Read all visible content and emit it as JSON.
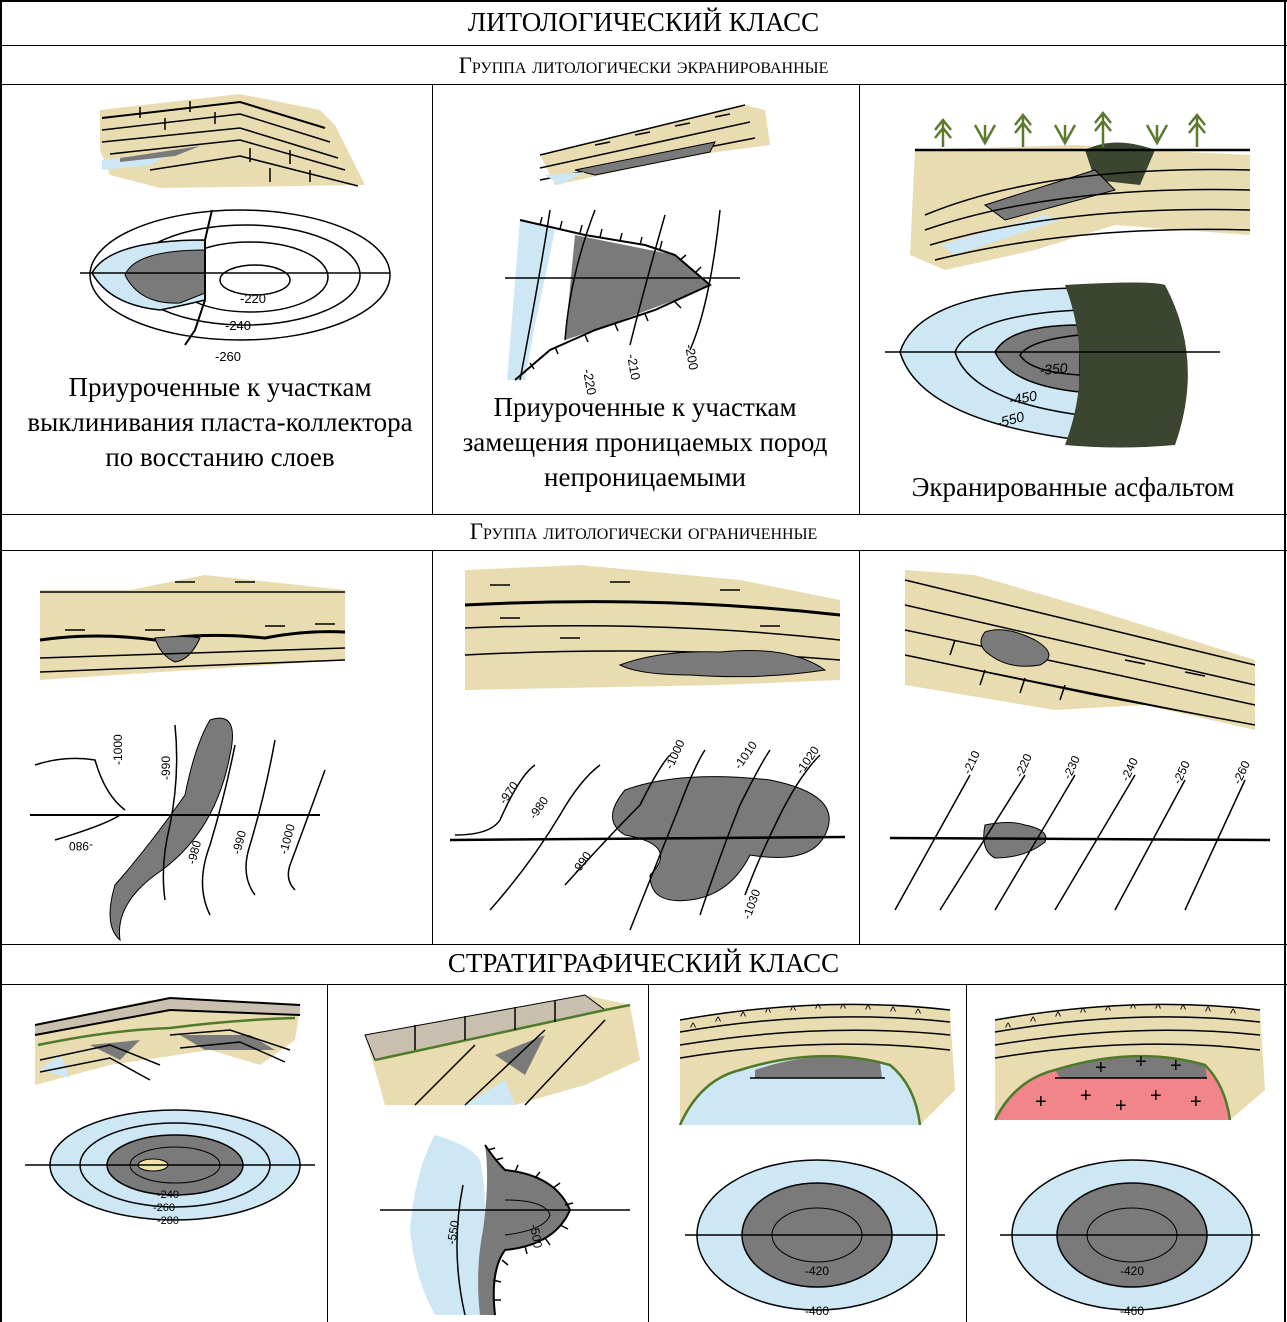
{
  "headers": {
    "lithological_class": "ЛИТОЛОГИЧЕСКИЙ КЛАСС",
    "stratigraphic_class": "СТРАТИГРАФИЧЕСКИЙ КЛАСС"
  },
  "groups": {
    "screened": "Группа литологически экранированные",
    "limited": "Группа литологически ограниченные"
  },
  "captions": {
    "pinchout": "Приуроченные к участкам выклинивания пласта-коллектора по восстанию слоев",
    "replacement": "Приуроченные к участкам замещения проницаемых пород непроницаемыми",
    "asphalt": "Экранированные асфальтом"
  },
  "contour_labels": {
    "pinchout": [
      "-220",
      "-240",
      "-260"
    ],
    "replacement": [
      "-220",
      "-210",
      "-200"
    ],
    "asphalt": [
      "-350",
      "-450",
      "-550"
    ],
    "lens1": [
      "-1000",
      "-990",
      "-980",
      "-980",
      "-990",
      "-1000"
    ],
    "lens2": [
      "-970",
      "-980",
      "-990",
      "-1000",
      "-1010",
      "-1020",
      "-1030"
    ],
    "lens3": [
      "-210",
      "-220",
      "-230",
      "-240",
      "-250",
      "-260"
    ],
    "strat1": [
      "-240",
      "-260",
      "-280"
    ],
    "strat2": [
      "-550",
      "-500"
    ],
    "strat3": [
      "-420",
      "-460"
    ],
    "strat4": [
      "-420",
      "-460"
    ]
  },
  "colors": {
    "sand": "#e8dcb0",
    "water": "#cde8f4",
    "oil": "#7a7a7a",
    "asphalt": "#3b4530",
    "granite": "#f2858c",
    "unconformity": "#4f7a2a",
    "tree": "#5c7a2e",
    "caprock": "#c9bfae"
  }
}
